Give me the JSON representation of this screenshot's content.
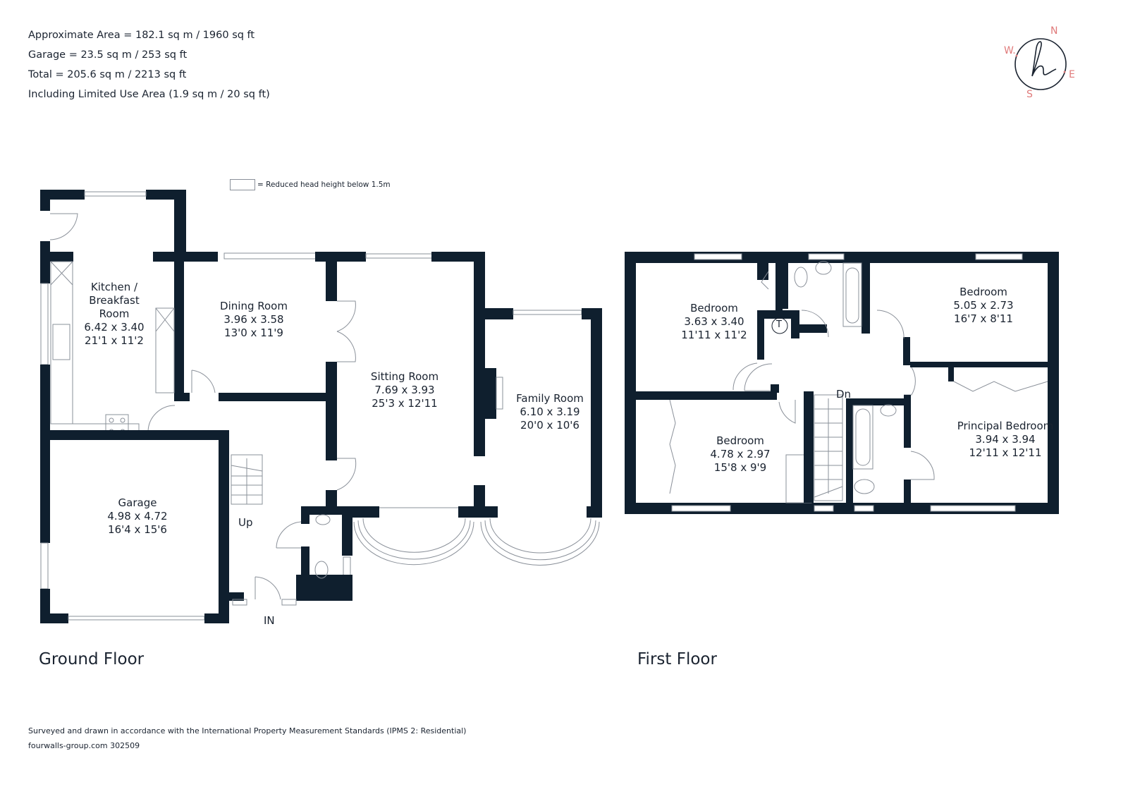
{
  "areas": {
    "approximate": "Approximate Area = 182.1 sq m / 1960 sq ft",
    "garage": "Garage = 23.5 sq m / 253 sq ft",
    "total": "Total = 205.6 sq m / 2213 sq ft",
    "limited_use": "Including Limited Use Area (1.9 sq m / 20 sq ft)"
  },
  "compass": {
    "north": "N",
    "east": "E",
    "south": "S",
    "west": "W.",
    "logo_icon": "h-signature-logo",
    "accent_color": "#e07b7b",
    "ring_color": "#1a2330"
  },
  "legend": {
    "label": "= Reduced head height below 1.5m"
  },
  "colors": {
    "wall": "#0f1f2e",
    "text": "#1a2330",
    "fixture_line": "#8a9099"
  },
  "ground_floor": {
    "title": "Ground Floor",
    "rooms": [
      {
        "name": "Kitchen / Breakfast Room",
        "line1": "Kitchen /",
        "line2": "Breakfast",
        "line3": "Room",
        "metric": "6.42 x 3.40",
        "imperial": "21'1 x 11'2"
      },
      {
        "name": "Dining Room",
        "metric": "3.96 x 3.58",
        "imperial": "13'0 x 11'9"
      },
      {
        "name": "Sitting Room",
        "metric": "7.69 x 3.93",
        "imperial": "25'3 x 12'11"
      },
      {
        "name": "Family Room",
        "metric": "6.10 x 3.19",
        "imperial": "20'0 x 10'6"
      },
      {
        "name": "Garage",
        "metric": "4.98 x 4.72",
        "imperial": "16'4 x 15'6"
      }
    ],
    "stairs_label": "Up",
    "entrance_label": "IN"
  },
  "first_floor": {
    "title": "First Floor",
    "rooms": [
      {
        "name": "Bedroom",
        "metric": "3.63 x 3.40",
        "imperial": "11'11 x 11'2"
      },
      {
        "name": "Bedroom",
        "metric": "5.05 x 2.73",
        "imperial": "16'7 x 8'11"
      },
      {
        "name": "Bedroom",
        "metric": "4.78 x 2.97",
        "imperial": "15'8 x 9'9"
      },
      {
        "name": "Principal Bedroom",
        "metric": "3.94 x 3.94",
        "imperial": "12'11 x 12'11"
      }
    ],
    "stairs_label": "Dn",
    "tank_label": "T"
  },
  "footer": {
    "standard": "Surveyed and drawn in accordance with the International Property Measurement Standards (IPMS 2: Residential)",
    "reference": "fourwalls-group.com 302509"
  }
}
